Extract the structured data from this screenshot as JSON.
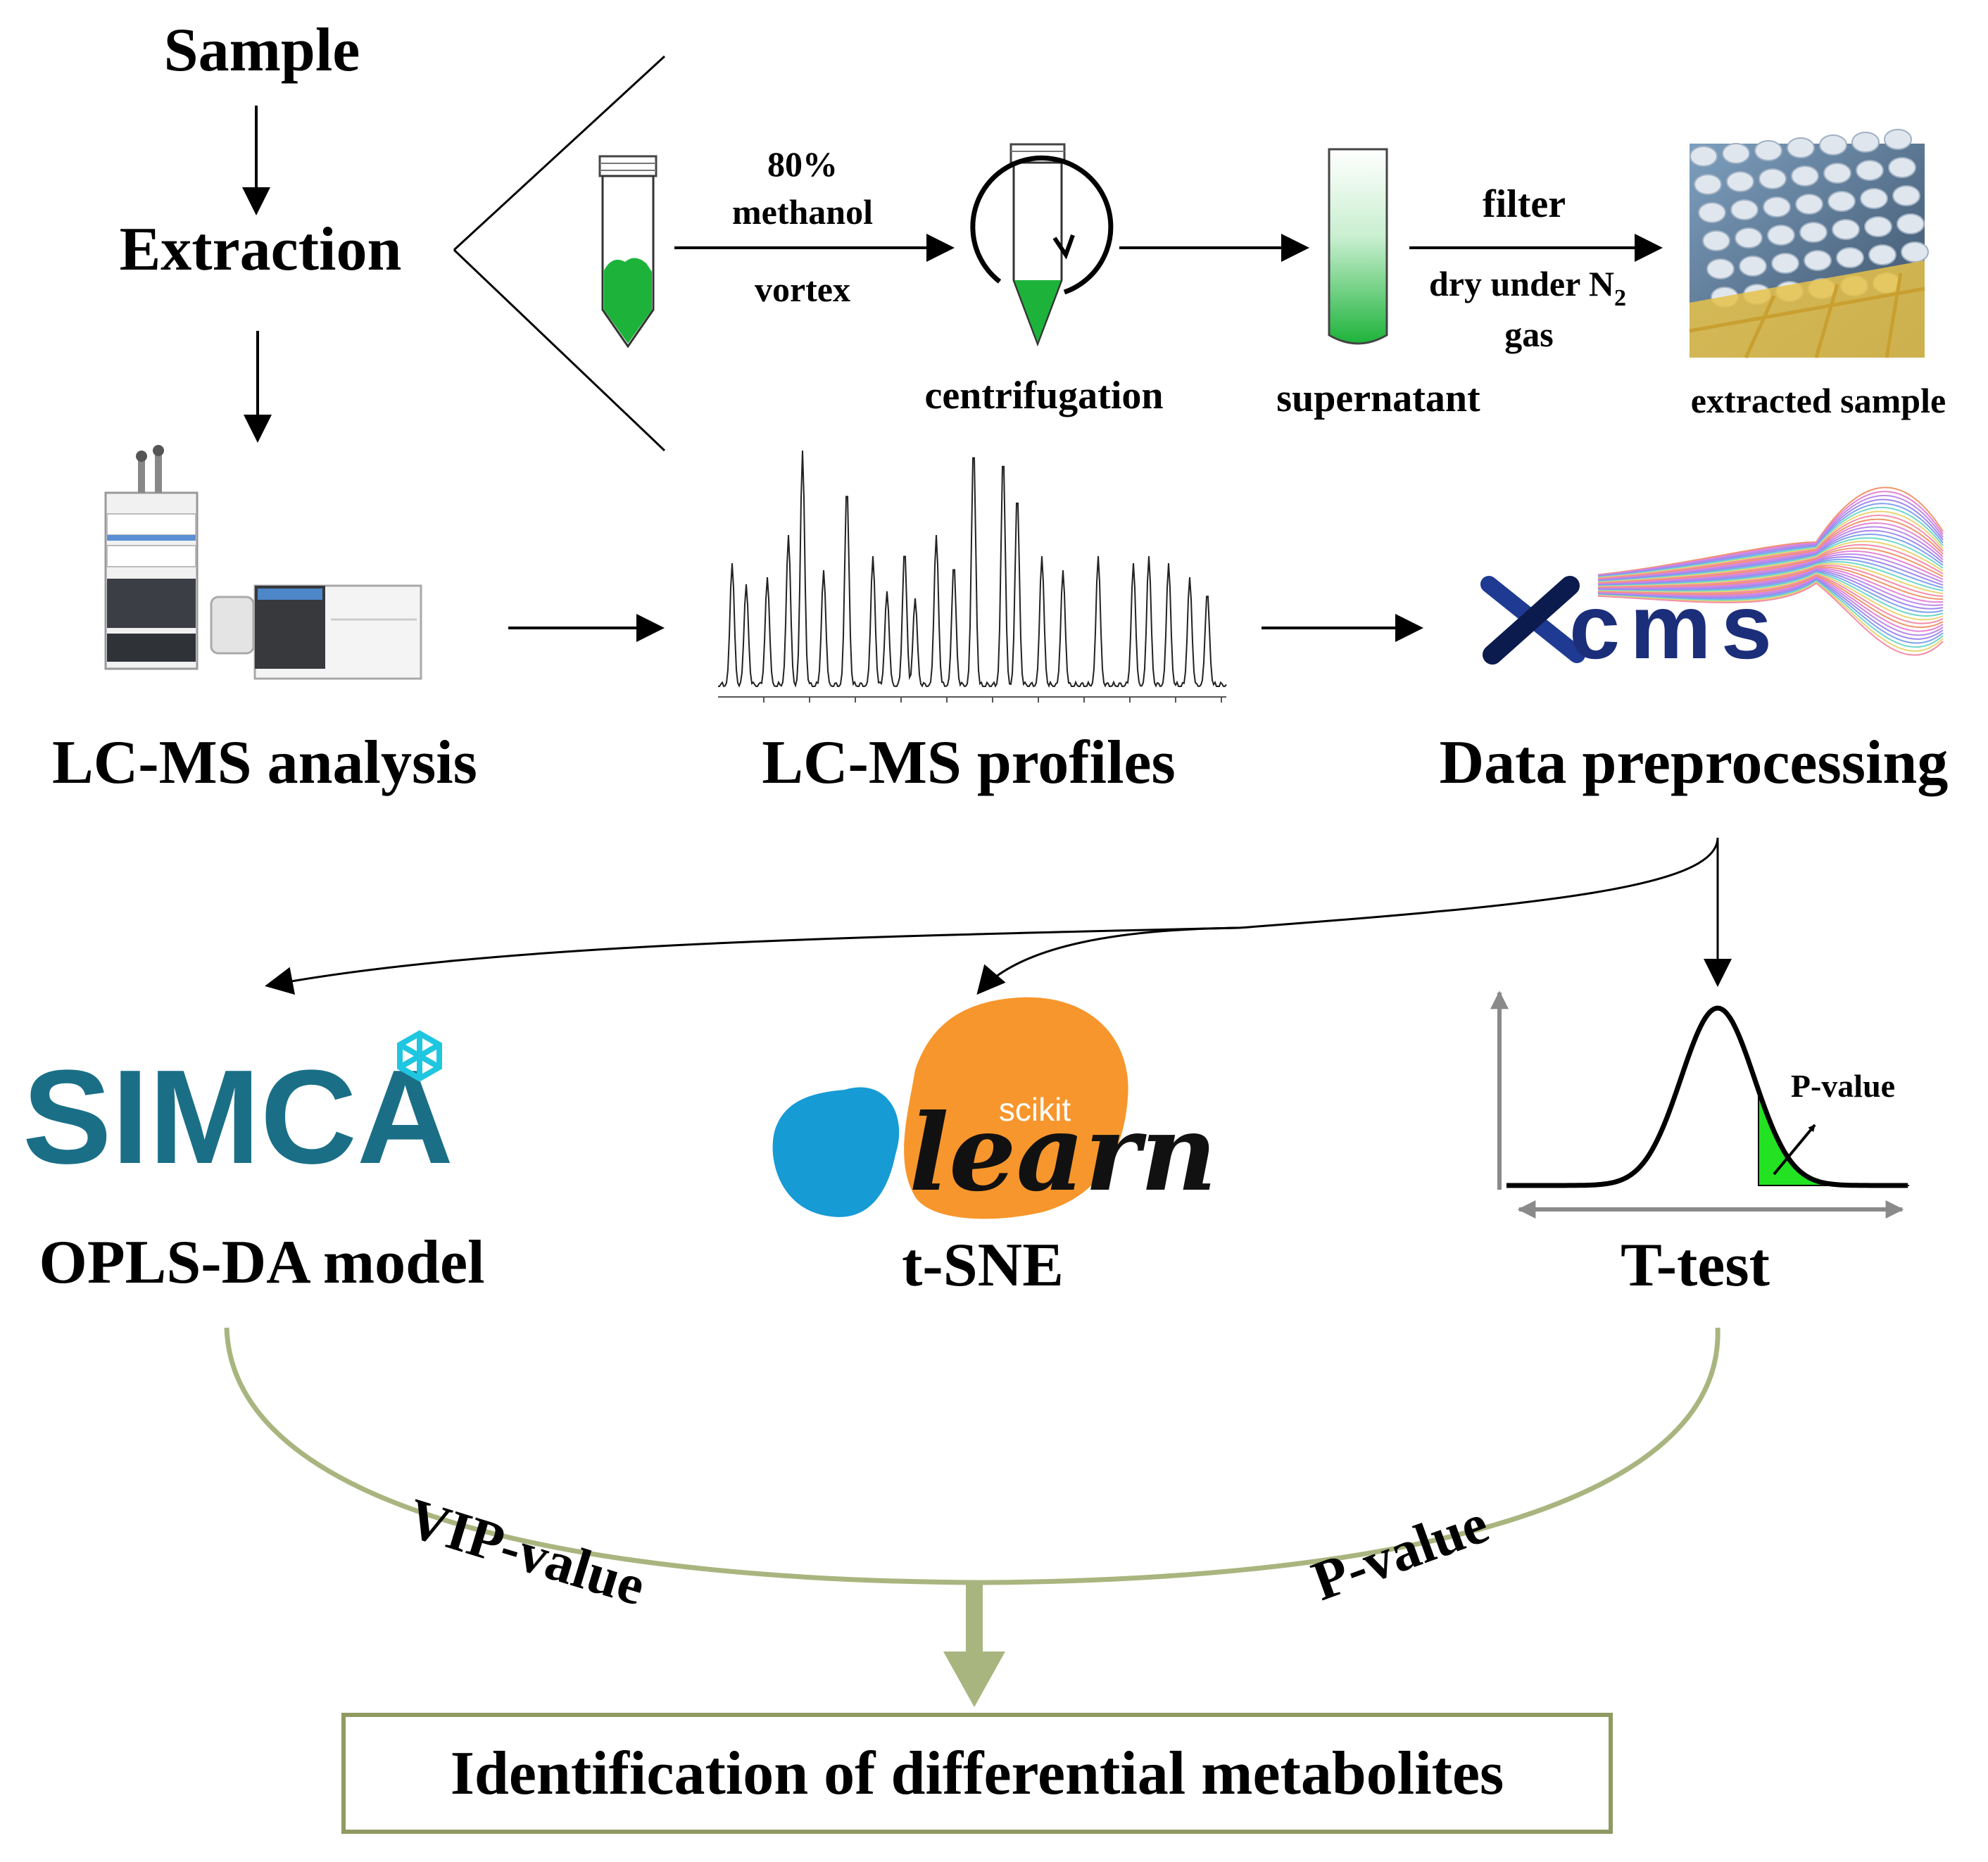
{
  "labels": {
    "sample": "Sample",
    "extraction": "Extraction",
    "methanol_pct": "80%",
    "methanol": "methanol",
    "vortex": "vortex",
    "centrifugation": "centrifugation",
    "filter": "filter",
    "dry_under": "dry under N",
    "dry_sub": "2",
    "gas": "gas",
    "supernatant": "supernatant",
    "extracted_sample": "extracted sample",
    "lcms_analysis": "LC-MS analysis",
    "lcms_profiles": "LC-MS profiles",
    "data_preprocessing": "Data preprocessing",
    "opls_da": "OPLS-DA model",
    "tsne": "t-SNE",
    "ttest": "T-test",
    "ttest_pvalue": "P-value",
    "vip_value": "VIP-value",
    "p_value": "P-value",
    "result": "Identification of differential metabolites"
  },
  "logos": {
    "xcms": "XCMS",
    "simca": "SIMCA",
    "scikit_small": "scikit",
    "scikit_learn": "learn"
  },
  "colors": {
    "arrow": "#000000",
    "olive": "#a9b57f",
    "olive_box": "#8f9a62",
    "tube_green": "#1db33a",
    "simca_teal": "#1a6f87",
    "sk_blue": "#169bd5",
    "sk_orange": "#f7962c",
    "xcms_blue": "#1f3a93",
    "pvalue_green": "#22e222"
  }
}
